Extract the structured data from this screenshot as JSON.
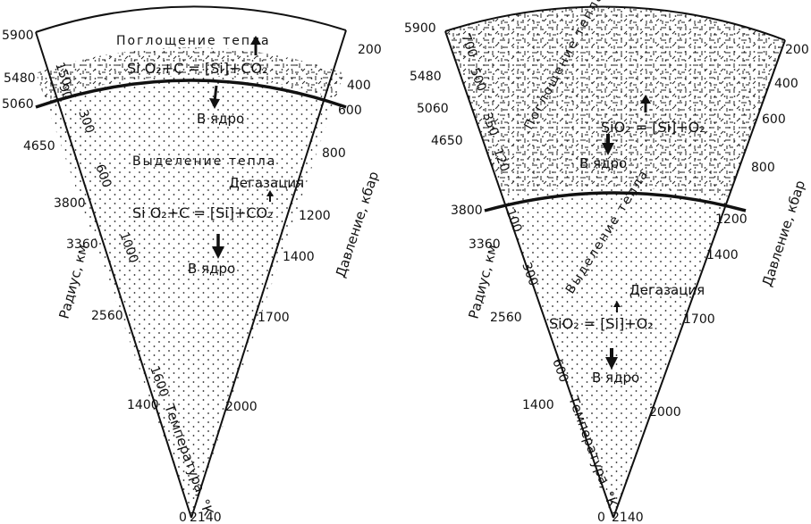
{
  "left_panel": {
    "radius_ticks": [
      "5900",
      "5480",
      "5060",
      "4650",
      "3800",
      "3360",
      "2560",
      "1400",
      "0"
    ],
    "temperature_ticks": [
      "150",
      "90",
      "300",
      "600",
      "1000",
      "1600"
    ],
    "pressure_ticks": [
      "200",
      "400",
      "600",
      "800",
      "1200",
      "1400",
      "1700",
      "2000",
      "2140"
    ],
    "axis_radius": "Радиус, км",
    "axis_temperature": "Температура, °К",
    "axis_pressure": "Давление, кбар",
    "zone_top": "Поглощение тепла",
    "zone_bottom": "Выделение тепла",
    "eq_top": "Si O₂+C = [Si]+CO₂",
    "eq_bottom": "Si O₂+C = [Si]+CO₂",
    "core_1": "В ядро",
    "core_2": "В ядро",
    "degassing": "Дегазация"
  },
  "right_panel": {
    "radius_ticks": [
      "5900",
      "5480",
      "5060",
      "4650",
      "3800",
      "3360",
      "2560",
      "1400",
      "0"
    ],
    "temperature_ticks": [
      "700",
      "500",
      "350",
      "120",
      "100",
      "300",
      "600"
    ],
    "pressure_ticks": [
      "200",
      "400",
      "600",
      "800",
      "1200",
      "1400",
      "1700",
      "2000",
      "2140"
    ],
    "axis_radius": "Радиус, км",
    "axis_temperature": "Температура, °К",
    "axis_pressure": "Давление, кбар",
    "zone_top": "Поглощение тепла",
    "zone_bottom": "Выделение тепла",
    "eq_top": "SiO₂ = [Si]+O₂",
    "eq_bottom": "SiO₂ = [Si]+O₂",
    "core_1": "В ядро",
    "core_2": "В ядро",
    "degassing": "Дегазация"
  }
}
